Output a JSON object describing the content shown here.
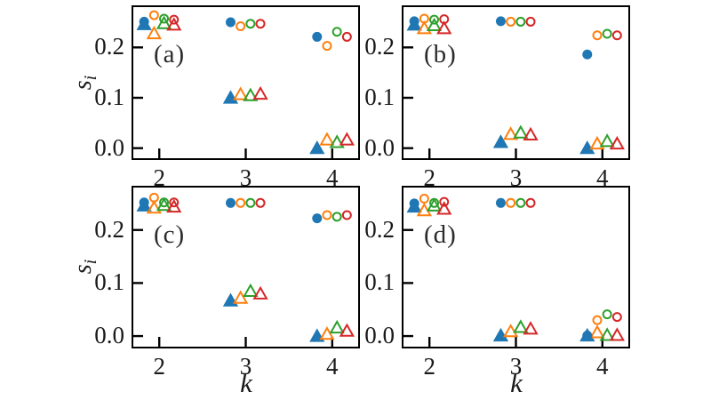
{
  "figure": {
    "background": "#ffffff",
    "xlabel": "k",
    "ylabel_base": "s",
    "ylabel_sub": "i"
  },
  "chart_data": {
    "type": "scatter",
    "description": "2x2 grid of scatter panels (a)-(d); cluster sizes s_i vs k for four series, each shown with circle and triangle markers; blue markers filled, orange/green/red markers open",
    "xlabel": "k",
    "ylabel": "s_i",
    "xlim": [
      1.7,
      4.3
    ],
    "ylim": [
      -0.02,
      0.28
    ],
    "x_tick_values": [
      2,
      3,
      4
    ],
    "x_tick_labels": [
      "2",
      "3",
      "4"
    ],
    "y_tick_values": [
      0.0,
      0.1,
      0.2
    ],
    "y_tick_labels": [
      "0.0",
      "0.1",
      "0.2"
    ],
    "grid": false,
    "legend": "none",
    "x": [
      2,
      3,
      4
    ],
    "x_offsets": {
      "blue": -0.175,
      "orange": -0.06,
      "green": 0.055,
      "red": 0.17
    },
    "colors": {
      "blue": "#1f77b4",
      "orange": "#ff7f0e",
      "green": "#2ca02c",
      "red": "#d62728"
    },
    "panels": [
      {
        "label": "(a)",
        "series": [
          {
            "name": "blue",
            "color": "#1f77b4",
            "filled": true,
            "circles": [
              0.251,
              0.25,
              0.221
            ],
            "triangles": [
              0.246,
              0.1,
              0.0
            ]
          },
          {
            "name": "orange",
            "color": "#ff7f0e",
            "filled": false,
            "circles": [
              0.264,
              0.242,
              0.203
            ],
            "triangles": [
              0.228,
              0.107,
              0.017
            ]
          },
          {
            "name": "green",
            "color": "#2ca02c",
            "filled": false,
            "circles": [
              0.257,
              0.247,
              0.231
            ],
            "triangles": [
              0.248,
              0.105,
              0.012
            ]
          },
          {
            "name": "red",
            "color": "#d62728",
            "filled": false,
            "circles": [
              0.255,
              0.247,
              0.221
            ],
            "triangles": [
              0.245,
              0.108,
              0.017
            ]
          }
        ]
      },
      {
        "label": "(b)",
        "series": [
          {
            "name": "blue",
            "color": "#1f77b4",
            "filled": true,
            "circles": [
              0.252,
              0.252,
              0.186
            ],
            "triangles": [
              0.245,
              0.012,
              0.0
            ]
          },
          {
            "name": "orange",
            "color": "#ff7f0e",
            "filled": false,
            "circles": [
              0.257,
              0.251,
              0.224
            ],
            "triangles": [
              0.238,
              0.028,
              0.009
            ]
          },
          {
            "name": "green",
            "color": "#2ca02c",
            "filled": false,
            "circles": [
              0.255,
              0.251,
              0.227
            ],
            "triangles": [
              0.244,
              0.031,
              0.014
            ]
          },
          {
            "name": "red",
            "color": "#d62728",
            "filled": false,
            "circles": [
              0.256,
              0.251,
              0.224
            ],
            "triangles": [
              0.238,
              0.027,
              0.009
            ]
          }
        ]
      },
      {
        "label": "(c)",
        "series": [
          {
            "name": "blue",
            "color": "#1f77b4",
            "filled": true,
            "circles": [
              0.252,
              0.251,
              0.222
            ],
            "triangles": [
              0.246,
              0.067,
              0.0
            ]
          },
          {
            "name": "orange",
            "color": "#ff7f0e",
            "filled": false,
            "circles": [
              0.261,
              0.251,
              0.228
            ],
            "triangles": [
              0.242,
              0.072,
              0.004
            ]
          },
          {
            "name": "green",
            "color": "#2ca02c",
            "filled": false,
            "circles": [
              0.252,
              0.251,
              0.225
            ],
            "triangles": [
              0.247,
              0.085,
              0.016
            ]
          },
          {
            "name": "red",
            "color": "#d62728",
            "filled": false,
            "circles": [
              0.252,
              0.251,
              0.228
            ],
            "triangles": [
              0.244,
              0.08,
              0.01
            ]
          }
        ]
      },
      {
        "label": "(d)",
        "series": [
          {
            "name": "blue",
            "color": "#1f77b4",
            "filled": true,
            "circles": [
              0.25,
              0.251,
              0.001
            ],
            "triangles": [
              0.244,
              0.001,
              0.001
            ]
          },
          {
            "name": "orange",
            "color": "#ff7f0e",
            "filled": false,
            "circles": [
              0.259,
              0.251,
              0.03
            ],
            "triangles": [
              0.237,
              0.009,
              0.007
            ]
          },
          {
            "name": "green",
            "color": "#2ca02c",
            "filled": false,
            "circles": [
              0.251,
              0.251,
              0.041
            ],
            "triangles": [
              0.246,
              0.017,
              0.002
            ]
          },
          {
            "name": "red",
            "color": "#d62728",
            "filled": false,
            "circles": [
              0.253,
              0.251,
              0.036
            ],
            "triangles": [
              0.24,
              0.014,
              0.002
            ]
          }
        ]
      }
    ]
  }
}
